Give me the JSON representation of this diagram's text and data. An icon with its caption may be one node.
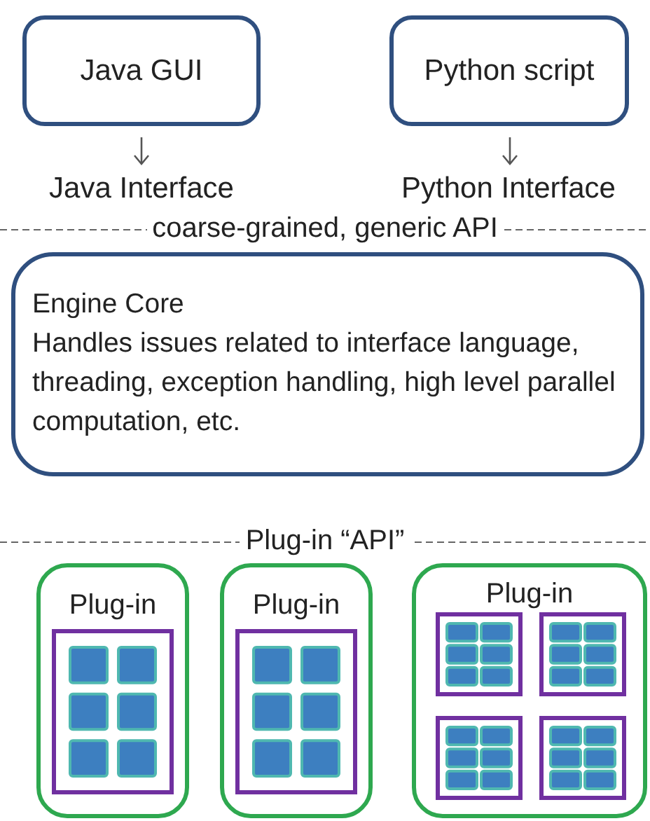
{
  "diagram": {
    "nodes": [
      {
        "text": [
          "Java GUI"
        ]
      },
      {
        "text": [
          "Python script"
        ]
      },
      {
        "text": [
          "Java Interface"
        ]
      },
      {
        "text": [
          "Python Interface"
        ]
      },
      {
        "text": [
          "Engine Core",
          "Handles issues related to interface language, threading, exception handling, high level parallel computation, etc."
        ]
      },
      {
        "text": [
          "Plug-in"
        ]
      },
      {
        "text": [
          "Plug-in"
        ]
      },
      {
        "text": [
          "Plug-in"
        ]
      },
      {
        "text": [],
        "shape": "box",
        "in": 5
      },
      {
        "text": [],
        "shape": "box",
        "in": 6
      },
      {
        "text": [],
        "shape": "box",
        "in": 7
      },
      {
        "text": [],
        "shape": "box",
        "in": 7
      },
      {
        "text": [],
        "shape": "box",
        "in": 7
      },
      {
        "text": [],
        "shape": "box",
        "in": 7
      }
    ],
    "edges": [
      {
        "from": 0,
        "to": 2,
        "arrow": "to"
      },
      {
        "from": 1,
        "to": 3,
        "arrow": "to"
      }
    ],
    "labels": [
      "coarse-grained, generic API",
      "Plug-in “API”"
    ]
  }
}
